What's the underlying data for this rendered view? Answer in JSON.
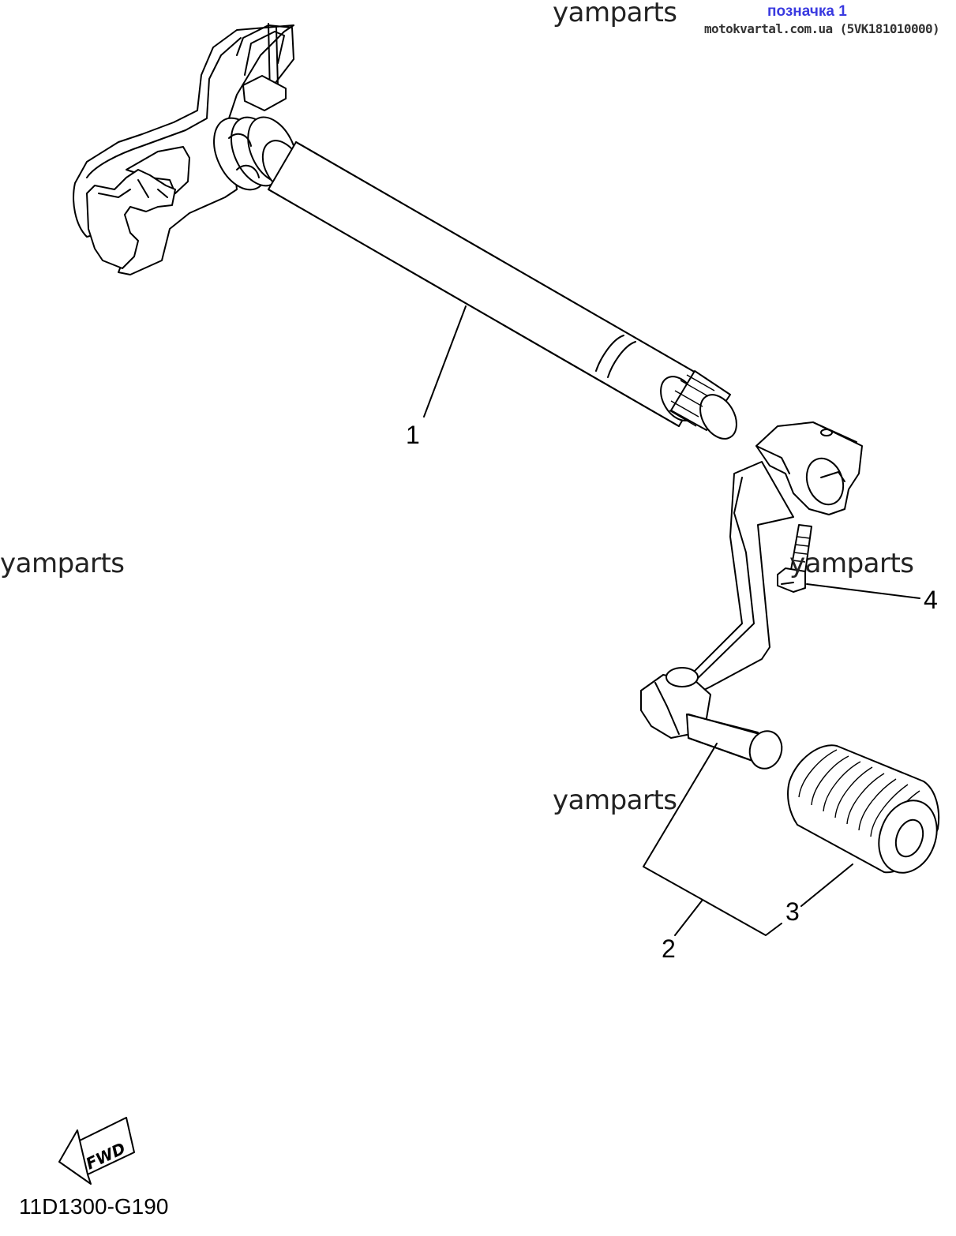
{
  "header": {
    "ref_label": "позначка 1",
    "ref_source": "motokvartal.com.ua (5VK181010000)"
  },
  "watermarks": [
    "yamparts",
    "yamparts",
    "yamparts",
    "yamparts"
  ],
  "callouts": [
    "1",
    "2",
    "3",
    "4"
  ],
  "fwd_arrow": {
    "label": "FWD"
  },
  "diagram_code": "11D1300-G190",
  "colors": {
    "ref_label": "#3a3ae0",
    "line": "#000000",
    "background": "#ffffff"
  },
  "parts": [
    {
      "callout": "1",
      "icon": "shift-shaft-icon"
    },
    {
      "callout": "2",
      "icon": "shift-pedal-icon"
    },
    {
      "callout": "3",
      "icon": "pedal-rubber-icon"
    },
    {
      "callout": "4",
      "icon": "bolt-icon"
    }
  ]
}
